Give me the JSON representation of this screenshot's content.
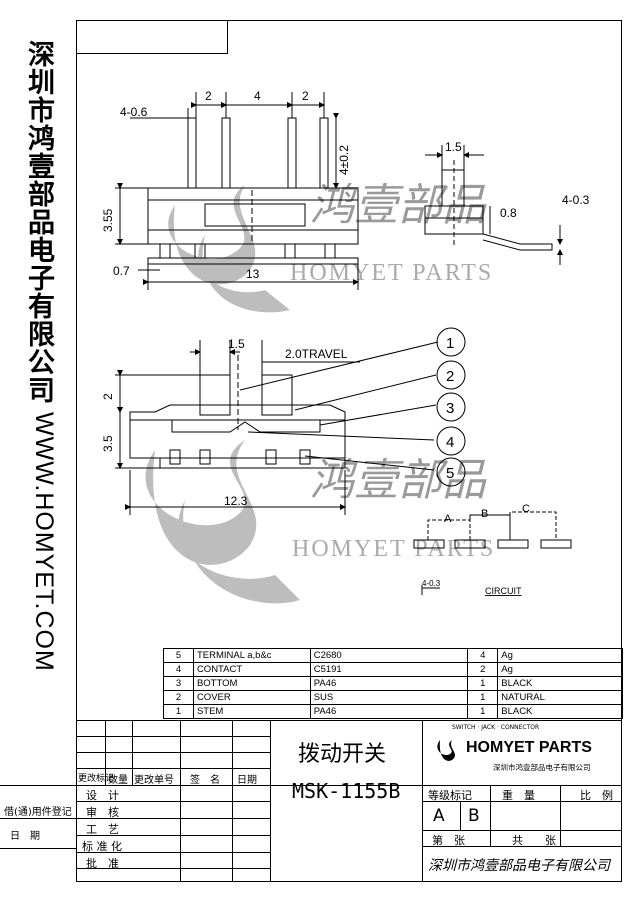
{
  "side": {
    "company_cn": "深圳市鸿壹部品电子有限公司",
    "website": "WWW.HOMYET.COM"
  },
  "watermark": {
    "cn": "鸿壹部品",
    "en": "HOMYET PARTS"
  },
  "top_view": {
    "dims": [
      "4-0.6",
      "2",
      "4",
      "2",
      "4±0.2",
      "3.55",
      "0.7",
      "13"
    ]
  },
  "side_view": {
    "dims": [
      "1.5",
      "0.8",
      "4-0.3"
    ]
  },
  "front_view": {
    "dims": [
      "1.5",
      "2.0TRAVEL",
      "2",
      "3.5",
      "12.3"
    ],
    "callouts": [
      "1",
      "2",
      "3",
      "4",
      "5"
    ]
  },
  "circuit": {
    "labels": [
      "A",
      "B",
      "C"
    ],
    "note": "4-0.3",
    "title": "CIRCUIT"
  },
  "bom": {
    "rows": [
      {
        "no": "5",
        "name": "TERMINAL  a,b&c",
        "material": "C2680",
        "qty": "4",
        "finish": "Ag"
      },
      {
        "no": "4",
        "name": "CONTACT",
        "material": "C5191",
        "qty": "2",
        "finish": "Ag"
      },
      {
        "no": "3",
        "name": "BOTTOM",
        "material": "PA46",
        "qty": "1",
        "finish": "BLACK"
      },
      {
        "no": "2",
        "name": "COVER",
        "material": "SUS",
        "qty": "1",
        "finish": "NATURAL"
      },
      {
        "no": "1",
        "name": "STEM",
        "material": "PA46",
        "qty": "1",
        "finish": "BLACK"
      }
    ]
  },
  "title_block": {
    "product_name": "拨动开关",
    "part_no": "MSK-1155B",
    "tagline": "SWITCH · JACK · CONNECTOR",
    "brand": "HOMYET PARTS",
    "brand_cn": "深圳市鸿壹部品电子有限公司",
    "rev_headers": [
      "更改标记",
      "数量",
      "更改单号",
      "签　名",
      "日期"
    ],
    "roles": [
      "设　计",
      "审　核",
      "工　艺",
      "标 准 化",
      "批　准"
    ],
    "left_labels": [
      "借(通)用件登记",
      "日　期"
    ],
    "grade_label": "等级标记",
    "weight_label": "重　量",
    "scale_label": "比　例",
    "grades": [
      "A",
      "B"
    ],
    "sheet_label": "第　张",
    "total_label": "共　　张",
    "signature": "深圳市鸿壹部品电子有限公司"
  }
}
